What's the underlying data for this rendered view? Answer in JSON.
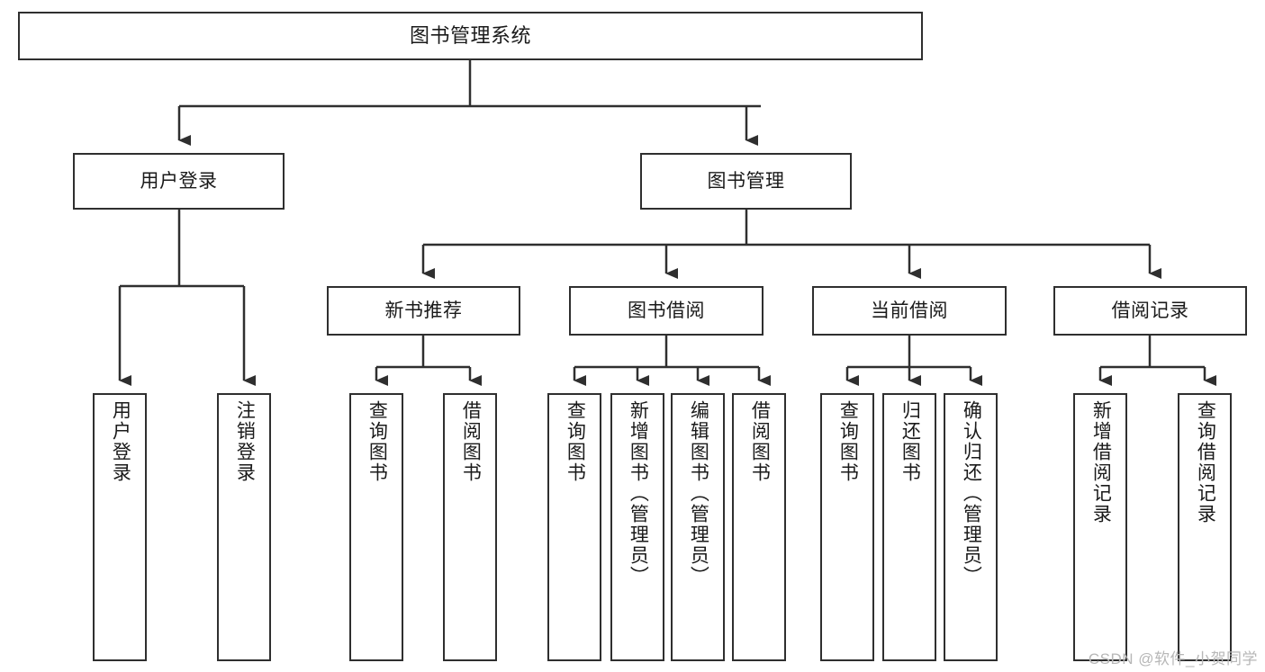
{
  "diagram": {
    "title": "图书管理系统",
    "type": "tree",
    "orientation": "top-down",
    "colors": {
      "box_border": "#2f2f2f",
      "box_fill": "#ffffff",
      "connector": "#2f2f2f",
      "text": "#1a1a1a",
      "watermark": "#b7b7b7",
      "background": "#ffffff"
    },
    "root": {
      "id": "root",
      "label": "图书管理系统"
    },
    "level2": [
      {
        "id": "user-login",
        "label": "用户登录"
      },
      {
        "id": "book-manage",
        "label": "图书管理"
      }
    ],
    "level3": [
      {
        "id": "new-book-recommend",
        "label": "新书推荐",
        "parent": "book-manage"
      },
      {
        "id": "book-borrow",
        "label": "图书借阅",
        "parent": "book-manage"
      },
      {
        "id": "current-borrow",
        "label": "当前借阅",
        "parent": "book-manage"
      },
      {
        "id": "borrow-record",
        "label": "借阅记录",
        "parent": "book-manage"
      }
    ],
    "leaves": [
      {
        "id": "leaf-user-login",
        "label": "用户登录",
        "parent": "user-login"
      },
      {
        "id": "leaf-user-logout",
        "label": "注销登录",
        "parent": "user-login"
      },
      {
        "id": "leaf-query-book-1",
        "label": "查询图书",
        "parent": "new-book-recommend"
      },
      {
        "id": "leaf-borrow-book-1",
        "label": "借阅图书",
        "parent": "new-book-recommend"
      },
      {
        "id": "leaf-query-book-2",
        "label": "查询图书",
        "parent": "book-borrow"
      },
      {
        "id": "leaf-add-book",
        "label": "新增图书（管理员）",
        "parent": "book-borrow"
      },
      {
        "id": "leaf-edit-book",
        "label": "编辑图书（管理员）",
        "parent": "book-borrow"
      },
      {
        "id": "leaf-borrow-book-2",
        "label": "借阅图书",
        "parent": "book-borrow"
      },
      {
        "id": "leaf-query-book-3",
        "label": "查询图书",
        "parent": "current-borrow"
      },
      {
        "id": "leaf-return-book",
        "label": "归还图书",
        "parent": "current-borrow"
      },
      {
        "id": "leaf-confirm-return",
        "label": "确认归还（管理员）",
        "parent": "current-borrow"
      },
      {
        "id": "leaf-add-record",
        "label": "新增借阅记录",
        "parent": "borrow-record"
      },
      {
        "id": "leaf-query-record",
        "label": "查询借阅记录",
        "parent": "borrow-record"
      }
    ]
  },
  "watermark": {
    "text": "CSDN @软件_小贺同学"
  }
}
